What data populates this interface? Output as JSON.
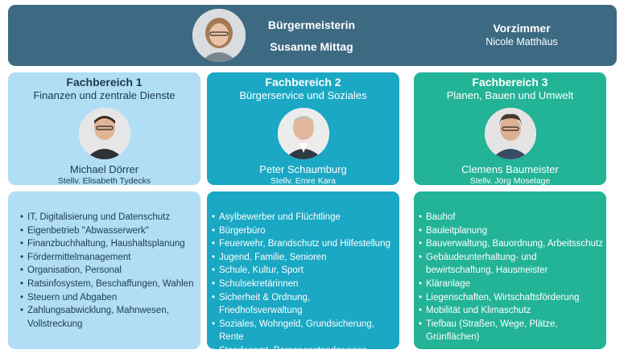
{
  "header": {
    "mayor_title": "Bürgermeisterin",
    "mayor_name": "Susanne Mittag",
    "office_title": "Vorzimmer",
    "office_name": "Nicole Matthäus"
  },
  "departments": [
    {
      "title": "Fachbereich 1",
      "subtitle": "Finanzen und zentrale Dienste",
      "head": "Michael Dörrer",
      "deputy": "Stellv. Elisabeth Tydecks",
      "color": "#b1def5",
      "items": [
        "IT, Digitalisierung und Datenschutz",
        "Eigenbetrieb \"Abwasserwerk\"",
        "Finanzbuchhaltung, Haushaltsplanung",
        "Fördermittelmanagement",
        "Organisation, Personal",
        "Ratsinfosystem, Beschaffungen, Wahlen",
        "Steuern und Abgaben",
        "Zahlungsabwicklung, Mahnwesen, Vollstreckung"
      ]
    },
    {
      "title": "Fachbereich 2",
      "subtitle": "Bürgerservice und Soziales",
      "head": "Peter Schaumburg",
      "deputy": "Stellv. Emre Kara",
      "color": "#1aa8c4",
      "items": [
        "Asylbewerber und Flüchtlinge",
        "Bürgerbüro",
        "Feuerwehr, Brandschutz und Hilfestellung",
        "Jugend, Familie, Senioren",
        "Schule, Kultur, Sport",
        "Schulsekretärinnen",
        "Sicherheit & Ordnung, Friedhofsverwaltung",
        "Soziales, Wohngeld, Grundsicherung, Rente",
        "Standesamt, Personenstandswesen"
      ]
    },
    {
      "title": "Fachbereich 3",
      "subtitle": "Planen, Bauen und Umwelt",
      "head": "Clemens Baumeister",
      "deputy": "Stellv. Jörg Moselage",
      "color": "#23b397",
      "items": [
        "Bauhof",
        "Bauleitplanung",
        "Bauverwaltung, Bauordnung, Arbeitsschutz",
        "Gebäudeunterhaltung- und bewirtschaftung, Hausmeister",
        "Kläranlage",
        "Liegenschaften, Wirtschaftsförderung",
        "Mobilität und Klimaschutz",
        "Tiefbau (Straßen, Wege, Plätze, Grünflächen)"
      ]
    }
  ]
}
